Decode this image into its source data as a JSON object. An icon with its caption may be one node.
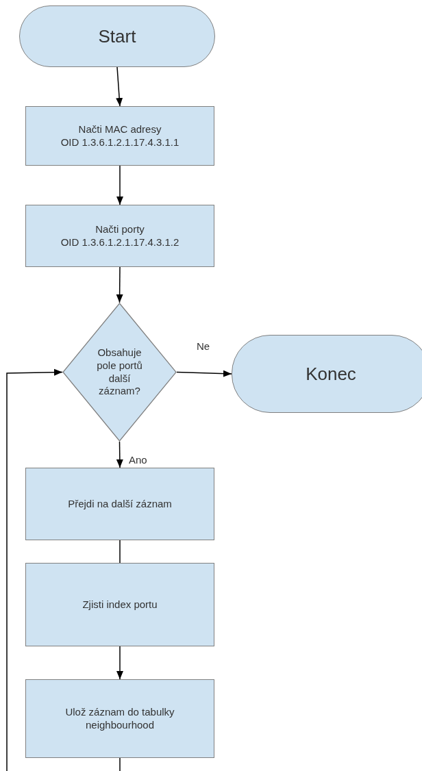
{
  "diagram": {
    "nodes": [
      {
        "text": [
          "Start"
        ]
      },
      {
        "text": [
          "Načti MAC adresy",
          "OID 1.3.6.1.2.1.17.4.3.1.1"
        ]
      },
      {
        "text": [
          "Načti porty",
          "OID 1.3.6.1.2.1.17.4.3.1.2"
        ]
      },
      {
        "text": [
          "Obsahuje pole portů další záznam?"
        ]
      },
      {
        "text": [
          "Konec"
        ]
      },
      {
        "text": [
          "Přejdi na další záznam"
        ]
      },
      {
        "text": [
          "Zjisti index portu"
        ]
      },
      {
        "text": [
          "Ulož záznam do tabulky neighbourhood"
        ]
      }
    ],
    "edges": [
      {
        "from": 0,
        "to": 1,
        "arrow": "to"
      },
      {
        "from": 1,
        "to": 2,
        "arrow": "to"
      },
      {
        "from": 2,
        "to": 3,
        "arrow": "to"
      },
      {
        "from": 3,
        "to": 4,
        "arrow": "to",
        "label": "Ne"
      },
      {
        "from": 3,
        "to": 5,
        "arrow": "to",
        "label": "Ano"
      },
      {
        "from": 5,
        "to": 6,
        "arrow": "none"
      },
      {
        "from": 6,
        "to": 7,
        "arrow": "to"
      },
      {
        "from": 7,
        "to": null,
        "arrow": "none"
      },
      {
        "from": null,
        "to": 3,
        "arrow": "to"
      }
    ]
  }
}
